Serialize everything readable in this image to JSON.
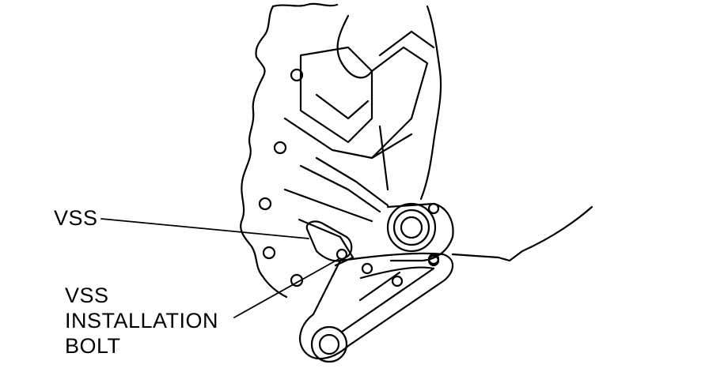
{
  "labels": {
    "vss": "VSS",
    "vss_installation_bolt": [
      "VSS",
      "INSTALLATION",
      "BOLT"
    ]
  },
  "colors": {
    "ink": "#000000",
    "paper": "#ffffff"
  }
}
